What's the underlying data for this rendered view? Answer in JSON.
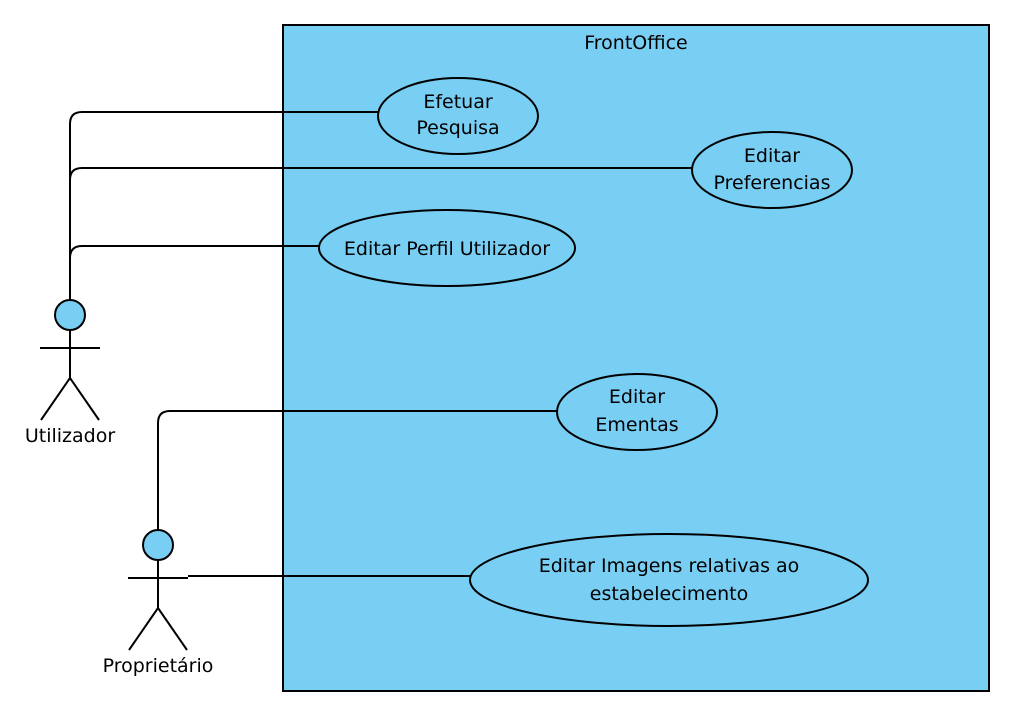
{
  "system": {
    "title": "FrontOffice",
    "fill_color": "#79CEF4",
    "stroke_color": "#000000"
  },
  "actors": [
    {
      "id": "utilizador",
      "label": "Utilizador"
    },
    {
      "id": "proprietario",
      "label": "Proprietário"
    }
  ],
  "use_cases": [
    {
      "id": "efetuar-pesquisa",
      "lines": [
        "Efetuar",
        "Pesquisa"
      ]
    },
    {
      "id": "editar-preferencias",
      "lines": [
        "Editar",
        "Preferencias"
      ]
    },
    {
      "id": "editar-perfil-utilizador",
      "lines": [
        "Editar Perfil Utilizador"
      ]
    },
    {
      "id": "editar-ementas",
      "lines": [
        "Editar",
        "Ementas"
      ]
    },
    {
      "id": "editar-imagens",
      "lines": [
        "Editar Imagens relativas ao",
        "estabelecimento"
      ]
    }
  ],
  "associations": [
    {
      "actor": "utilizador",
      "use_case": "efetuar-pesquisa"
    },
    {
      "actor": "utilizador",
      "use_case": "editar-preferencias"
    },
    {
      "actor": "utilizador",
      "use_case": "editar-perfil-utilizador"
    },
    {
      "actor": "proprietario",
      "use_case": "editar-ementas"
    },
    {
      "actor": "proprietario",
      "use_case": "editar-imagens"
    }
  ]
}
